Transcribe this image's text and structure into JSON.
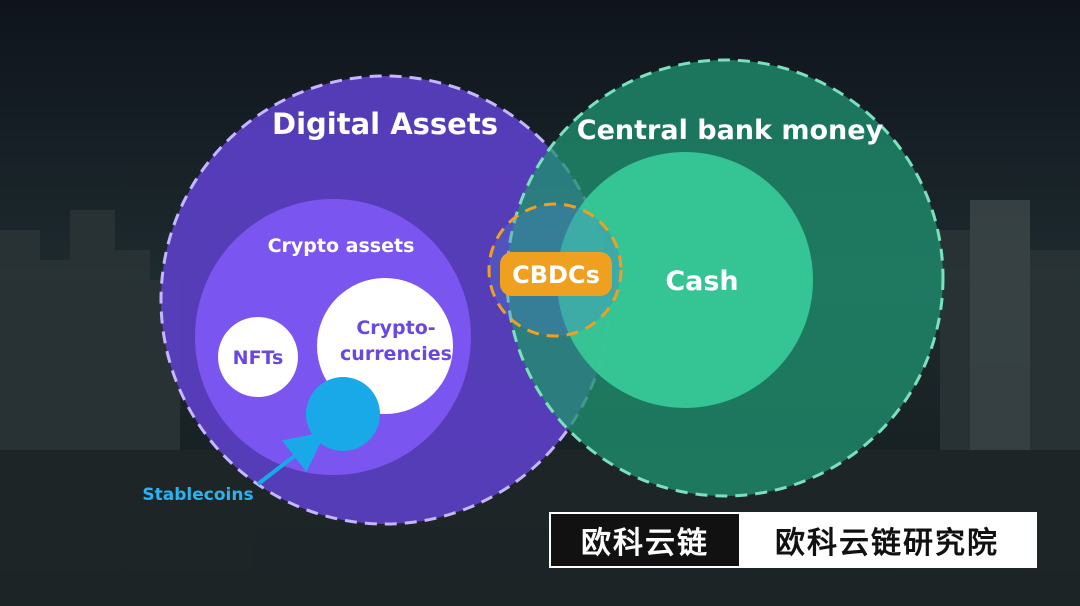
{
  "diagram": {
    "digital_assets": "Digital Assets",
    "central_bank_money": "Central bank money",
    "crypto_assets": "Crypto assets",
    "nfts": "NFTs",
    "cryptocurrencies_line1": "Crypto-",
    "cryptocurrencies_line2": "currencies",
    "stablecoins": "Stablecoins",
    "cbdcs": "CBDCs",
    "cash": "Cash"
  },
  "brand": {
    "left": "欧科云链",
    "right": "欧科云链研究院"
  },
  "colors": {
    "digital_assets": "#5b3fc4",
    "crypto_assets": "#7b55f0",
    "central_bank_money": "#1f8f6e",
    "cash": "#37c896",
    "cbdc_badge": "#f0a020",
    "stablecoins": "#19a9e8",
    "stablecoins_label": "#2bb3f0"
  }
}
